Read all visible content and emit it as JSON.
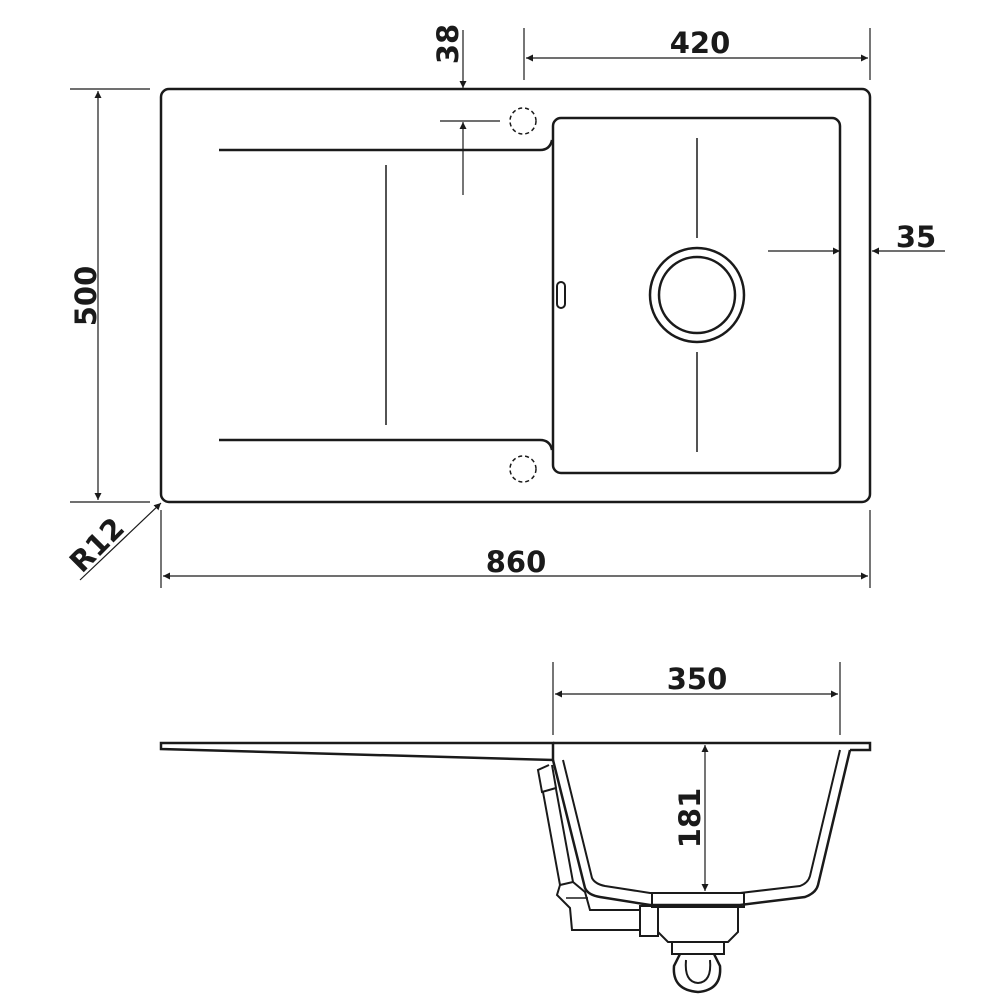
{
  "dimensions": {
    "width_860": "860",
    "height_500": "500",
    "bowl_width_420": "420",
    "offset_38": "38",
    "margin_35": "35",
    "radius": "R12",
    "bowl_inner_350": "350",
    "depth_181": "181"
  },
  "colors": {
    "line": "#1a1a1a",
    "background": "#ffffff"
  }
}
